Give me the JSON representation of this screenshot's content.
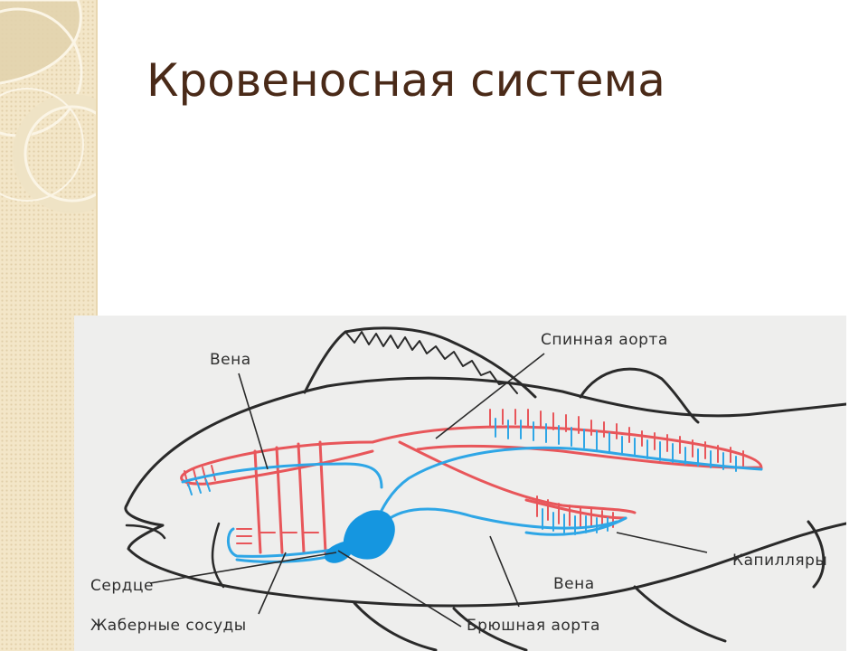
{
  "slide": {
    "title": "Кровеносная система"
  },
  "diagram": {
    "labels": {
      "vein_top": "Вена",
      "dorsal_aorta": "Спинная аорта",
      "capillaries": "Капилляры",
      "heart": "Сердце",
      "vein_bottom": "Вена",
      "gill_vessels": "Жаберные сосуды",
      "ventral_aorta": "Брюшная аорта"
    },
    "colors": {
      "artery": "#e8565a",
      "vein": "#2ea6e6",
      "heart": "#1596e0",
      "outline": "#2a2a2a",
      "background": "#eeeeed"
    }
  }
}
